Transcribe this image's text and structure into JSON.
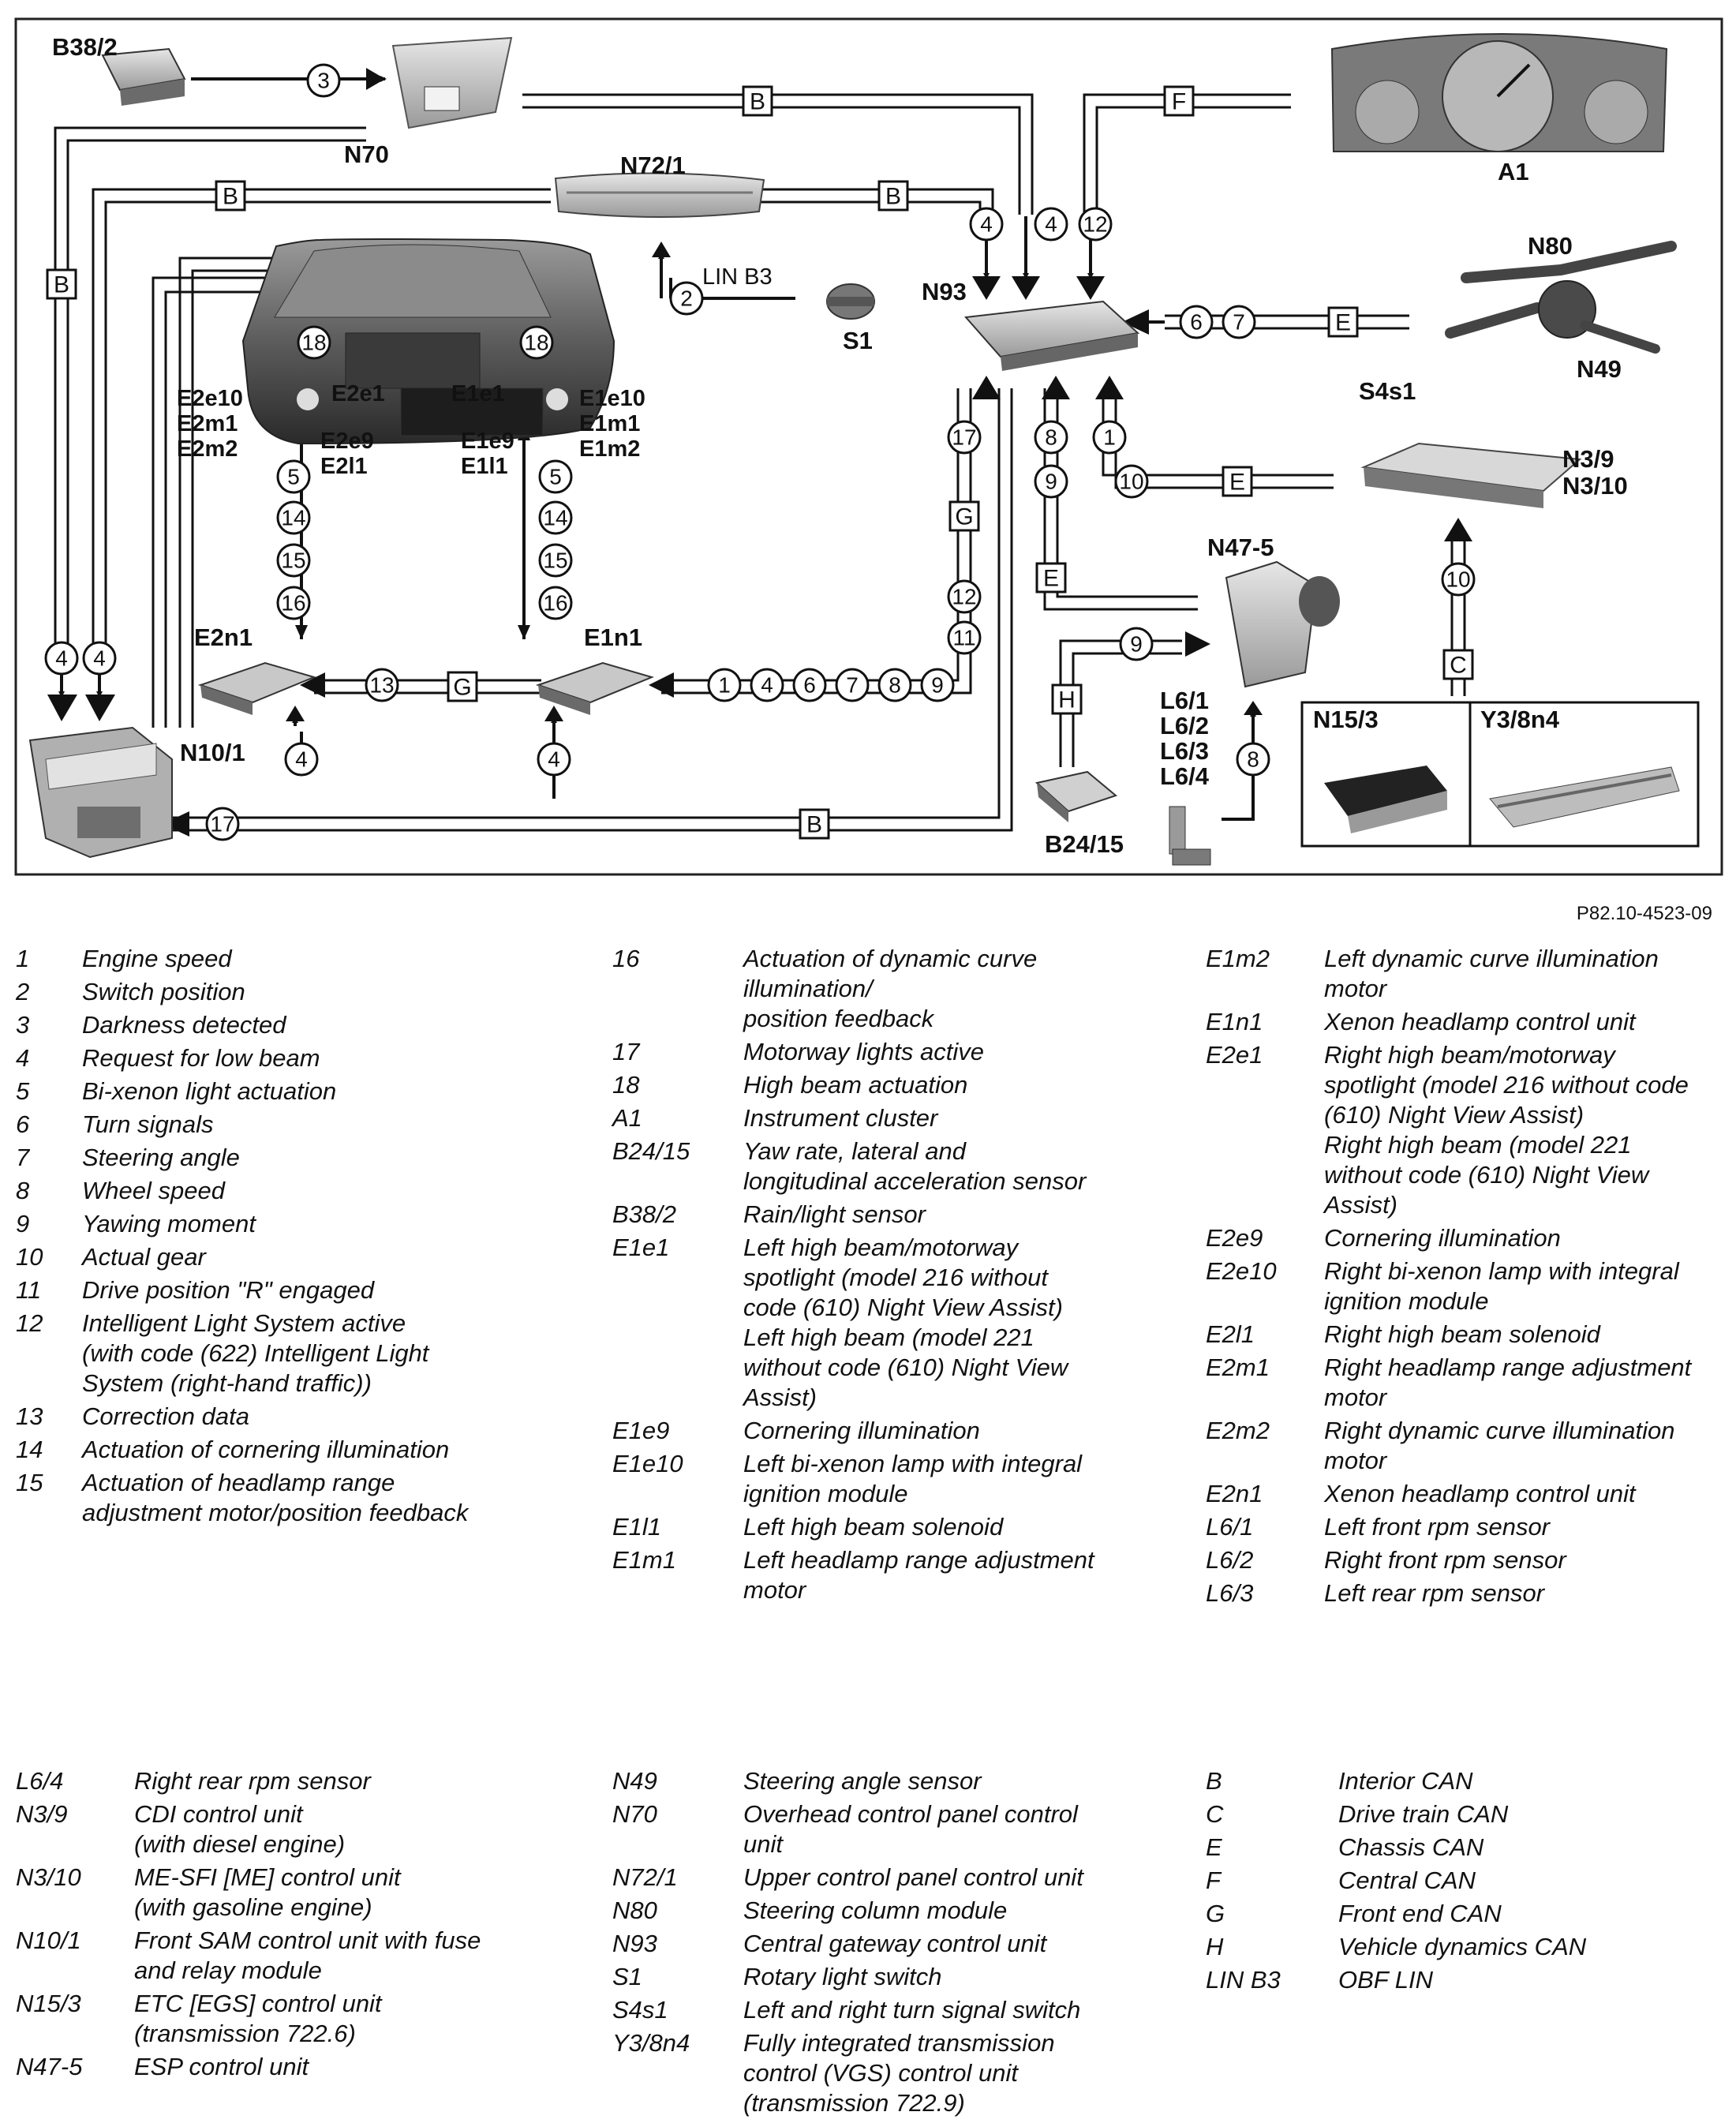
{
  "diagram": {
    "component_labels": {
      "B38_2": "B38/2",
      "N70": "N70",
      "N72_1": "N72/1",
      "N93": "N93",
      "A1": "A1",
      "N80": "N80",
      "S4s1": "S4s1",
      "N49": "N49",
      "S1": "S1",
      "LIN_B3": "LIN B3",
      "N3_9": "N3/9",
      "N3_10": "N3/10",
      "N47_5": "N47-5",
      "E2e10": "E2e10",
      "E2m1": "E2m1",
      "E2m2": "E2m2",
      "E2e1": "E2e1",
      "E1e1": "E1e1",
      "E1e10": "E1e10",
      "E1m1": "E1m1",
      "E1m2": "E1m2",
      "E2e9": "E2e9",
      "E2l1": "E2l1",
      "E1e9": "E1e9",
      "E1l1": "E1l1",
      "E2n1": "E2n1",
      "E1n1": "E1n1",
      "N10_1": "N10/1",
      "L6_1": "L6/1",
      "L6_2": "L6/2",
      "L6_3": "L6/3",
      "L6_4": "L6/4",
      "B24_15": "B24/15",
      "N15_3": "N15/3",
      "Y3_8n4": "Y3/8n4"
    },
    "bus_letters": {
      "b_top": "B",
      "f_top": "F",
      "b_n72": "B",
      "b_n72_right": "B",
      "b_left": "B",
      "e_n80": "E",
      "e_n3": "E",
      "e_n47": "E",
      "g_mid": "G",
      "g_e1n1": "G",
      "h_b24": "H",
      "c_n15": "C",
      "b_bottom": "B"
    },
    "signal_numbers": {
      "s3": "3",
      "s2": "2",
      "s4_a": "4",
      "s4_b": "4",
      "s12_a": "12",
      "s6": "6",
      "s7_a": "7",
      "s17_a": "17",
      "s8_a": "8",
      "s9_a": "9",
      "s1_a": "1",
      "s10_a": "10",
      "s18_l": "18",
      "s18_r": "18",
      "s5_l": "5",
      "s5_r": "5",
      "s14_l": "14",
      "s15_l": "15",
      "s16_l": "16",
      "s14_r": "14",
      "s15_r": "15",
      "s16_r": "16",
      "s12_b": "12",
      "s11": "11",
      "s10_b": "10",
      "s9_b": "9",
      "s13": "13",
      "e1_1": "1",
      "e1_4": "4",
      "e1_6": "6",
      "e1_7": "7",
      "e1_8": "8",
      "e1_9": "9",
      "s4_e2": "4",
      "s4_e1": "4",
      "s4_l1": "4",
      "s4_l2": "4",
      "s17_b": "17",
      "s8_b": "8"
    },
    "figure_ref": "P82.10-4523-09"
  },
  "legend_top": [
    [
      {
        "code": "1",
        "text": "Engine speed"
      },
      {
        "code": "2",
        "text": "Switch position"
      },
      {
        "code": "3",
        "text": "Darkness detected"
      },
      {
        "code": "4",
        "text": "Request for low beam"
      },
      {
        "code": "5",
        "text": "Bi-xenon light actuation"
      },
      {
        "code": "6",
        "text": "Turn signals"
      },
      {
        "code": "7",
        "text": "Steering angle"
      },
      {
        "code": "8",
        "text": "Wheel speed"
      },
      {
        "code": "9",
        "text": "Yawing moment"
      },
      {
        "code": "10",
        "text": "Actual gear"
      },
      {
        "code": "11",
        "text": "Drive position \"R\" engaged"
      },
      {
        "code": "12",
        "text": "Intelligent Light System active\n(with code (622) Intelligent Light\nSystem (right-hand traffic))"
      },
      {
        "code": "13",
        "text": "Correction data"
      },
      {
        "code": "14",
        "text": "Actuation of cornering illumination"
      },
      {
        "code": "15",
        "text": "Actuation of headlamp range\nadjustment motor/position feedback"
      }
    ],
    [
      {
        "code": "16",
        "text": "Actuation of dynamic curve\nillumination/\nposition feedback"
      },
      {
        "code": "17",
        "text": "Motorway lights active"
      },
      {
        "code": "18",
        "text": "High beam actuation"
      },
      {
        "code": "A1",
        "text": "Instrument cluster"
      },
      {
        "code": "B24/15",
        "text": "Yaw rate, lateral and\nlongitudinal acceleration sensor"
      },
      {
        "code": "B38/2",
        "text": "Rain/light sensor"
      },
      {
        "code": "E1e1",
        "text": "Left high beam/motorway\nspotlight (model 216 without\ncode (610) Night View Assist)\nLeft high beam (model 221\nwithout code (610) Night View\nAssist)"
      },
      {
        "code": "E1e9",
        "text": "Cornering illumination"
      },
      {
        "code": "E1e10",
        "text": "Left bi-xenon lamp with integral\nignition module"
      },
      {
        "code": "E1l1",
        "text": "Left high beam solenoid"
      },
      {
        "code": "E1m1",
        "text": "Left headlamp range adjustment\nmotor"
      }
    ],
    [
      {
        "code": "E1m2",
        "text": "Left dynamic curve illumination\nmotor"
      },
      {
        "code": "E1n1",
        "text": "Xenon headlamp control unit"
      },
      {
        "code": "E2e1",
        "text": "Right high beam/motorway\nspotlight (model 216 without code\n(610) Night View Assist)\nRight high beam (model 221\nwithout code (610) Night View\nAssist)"
      },
      {
        "code": "E2e9",
        "text": "Cornering illumination"
      },
      {
        "code": "E2e10",
        "text": "Right bi-xenon lamp with integral\nignition module"
      },
      {
        "code": "E2l1",
        "text": "Right high beam solenoid"
      },
      {
        "code": "E2m1",
        "text": "Right headlamp range adjustment\nmotor"
      },
      {
        "code": "E2m2",
        "text": "Right dynamic curve illumination\nmotor"
      },
      {
        "code": "E2n1",
        "text": "Xenon headlamp control unit"
      },
      {
        "code": "L6/1",
        "text": "Left front rpm sensor"
      },
      {
        "code": "L6/2",
        "text": "Right front rpm sensor"
      },
      {
        "code": "L6/3",
        "text": "Left rear rpm sensor"
      }
    ]
  ],
  "legend_bottom": [
    [
      {
        "code": "L6/4",
        "text": "Right rear rpm sensor"
      },
      {
        "code": "N3/9",
        "text": "CDI control unit\n(with diesel engine)"
      },
      {
        "code": "N3/10",
        "text": "ME-SFI [ME] control unit\n(with gasoline engine)"
      },
      {
        "code": "N10/1",
        "text": "Front SAM control unit with fuse\nand relay module"
      },
      {
        "code": "N15/3",
        "text": "ETC [EGS] control unit\n(transmission 722.6)"
      },
      {
        "code": "N47-5",
        "text": "ESP control unit"
      }
    ],
    [
      {
        "code": "N49",
        "text": "Steering angle sensor"
      },
      {
        "code": "N70",
        "text": "Overhead control panel control\nunit"
      },
      {
        "code": "N72/1",
        "text": "Upper control panel control unit"
      },
      {
        "code": "N80",
        "text": "Steering column module"
      },
      {
        "code": "N93",
        "text": "Central gateway control unit"
      },
      {
        "code": "S1",
        "text": "Rotary light switch"
      },
      {
        "code": "S4s1",
        "text": "Left and right turn signal switch"
      },
      {
        "code": "Y3/8n4",
        "text": "Fully integrated transmission\ncontrol (VGS) control unit\n(transmission 722.9)"
      }
    ],
    [
      {
        "code": "B",
        "text": "Interior CAN"
      },
      {
        "code": "C",
        "text": "Drive train CAN"
      },
      {
        "code": "E",
        "text": "Chassis CAN"
      },
      {
        "code": "F",
        "text": "Central CAN"
      },
      {
        "code": "G",
        "text": "Front end CAN"
      },
      {
        "code": "H",
        "text": "Vehicle dynamics CAN"
      },
      {
        "code": "LIN B3",
        "text": "OBF LIN"
      }
    ]
  ]
}
